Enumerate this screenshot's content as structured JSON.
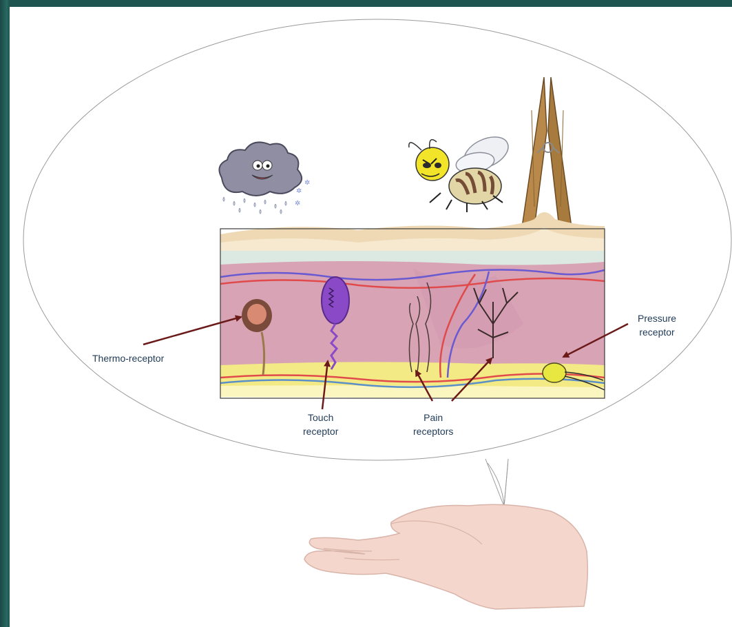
{
  "diagram": {
    "labels": {
      "thermo": "Thermo-receptor",
      "touch_line1": "Touch",
      "touch_line2": "receptor",
      "pain_line1": "Pain",
      "pain_line2": "receptors",
      "pressure_line1": "Pressure",
      "pressure_line2": "receptor"
    },
    "icons": [
      "rain-cloud-icon",
      "angry-bee-icon",
      "clothespin-icon",
      "skin-cross-section",
      "open-hand-icon"
    ],
    "colors": {
      "slide_frame": "#1d4f4c",
      "arrow": "#6b1a1a",
      "label_text": "#1f3a57",
      "dermis": "#d8a3b4",
      "epidermis": "#eed9b4",
      "fat_layer": "#f3ea86"
    }
  }
}
